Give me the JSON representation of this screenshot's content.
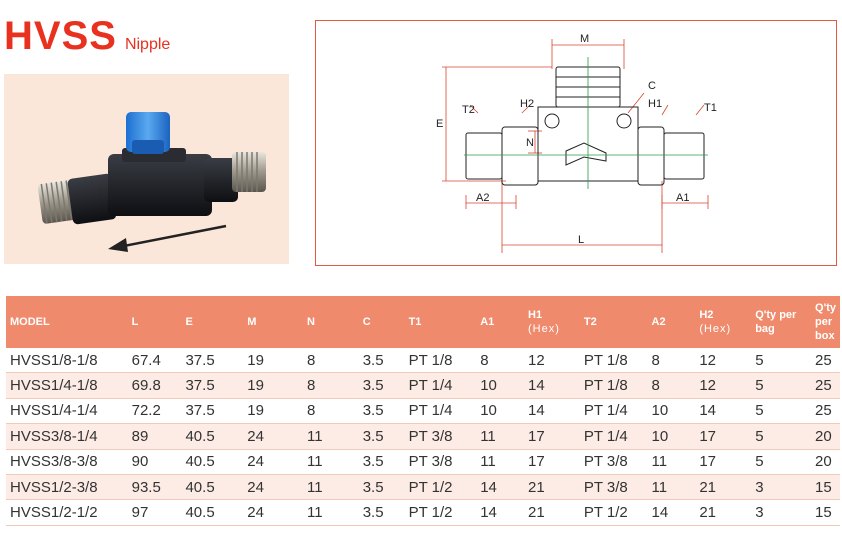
{
  "header": {
    "title": "HVSS",
    "subtitle": "Nipple"
  },
  "diagram": {
    "labels": {
      "M": "M",
      "C": "C",
      "T2": "T2",
      "H2": "H2",
      "H1": "H1",
      "T1": "T1",
      "E": "E",
      "N": "N",
      "A2": "A2",
      "A1": "A1",
      "L": "L"
    }
  },
  "table": {
    "headers": [
      {
        "main": "MODEL",
        "sub": ""
      },
      {
        "main": "L",
        "sub": ""
      },
      {
        "main": "E",
        "sub": ""
      },
      {
        "main": "M",
        "sub": ""
      },
      {
        "main": "N",
        "sub": ""
      },
      {
        "main": "C",
        "sub": ""
      },
      {
        "main": "T1",
        "sub": ""
      },
      {
        "main": "A1",
        "sub": ""
      },
      {
        "main": "H1",
        "sub": "(Hex)"
      },
      {
        "main": "T2",
        "sub": ""
      },
      {
        "main": "A2",
        "sub": ""
      },
      {
        "main": "H2",
        "sub": "(Hex)"
      },
      {
        "main": "Q'ty per bag",
        "sub": ""
      },
      {
        "main": "Q'ty per box",
        "sub": ""
      }
    ],
    "rows": [
      [
        "HVSS1/8-1/8",
        "67.4",
        "37.5",
        "19",
        "8",
        "3.5",
        "PT 1/8",
        "8",
        "12",
        "PT 1/8",
        "8",
        "12",
        "5",
        "25"
      ],
      [
        "HVSS1/4-1/8",
        "69.8",
        "37.5",
        "19",
        "8",
        "3.5",
        "PT 1/4",
        "10",
        "14",
        "PT 1/8",
        "8",
        "12",
        "5",
        "25"
      ],
      [
        "HVSS1/4-1/4",
        "72.2",
        "37.5",
        "19",
        "8",
        "3.5",
        "PT 1/4",
        "10",
        "14",
        "PT 1/4",
        "10",
        "14",
        "5",
        "25"
      ],
      [
        "HVSS3/8-1/4",
        "89",
        "40.5",
        "24",
        "11",
        "3.5",
        "PT 3/8",
        "11",
        "17",
        "PT 1/4",
        "10",
        "17",
        "5",
        "20"
      ],
      [
        "HVSS3/8-3/8",
        "90",
        "40.5",
        "24",
        "11",
        "3.5",
        "PT 3/8",
        "11",
        "17",
        "PT 3/8",
        "11",
        "17",
        "5",
        "20"
      ],
      [
        "HVSS1/2-3/8",
        "93.5",
        "40.5",
        "24",
        "11",
        "3.5",
        "PT 1/2",
        "14",
        "21",
        "PT 3/8",
        "11",
        "21",
        "3",
        "15"
      ],
      [
        "HVSS1/2-1/2",
        "97",
        "40.5",
        "24",
        "11",
        "3.5",
        "PT 1/2",
        "14",
        "21",
        "PT 1/2",
        "14",
        "21",
        "3",
        "15"
      ]
    ]
  }
}
